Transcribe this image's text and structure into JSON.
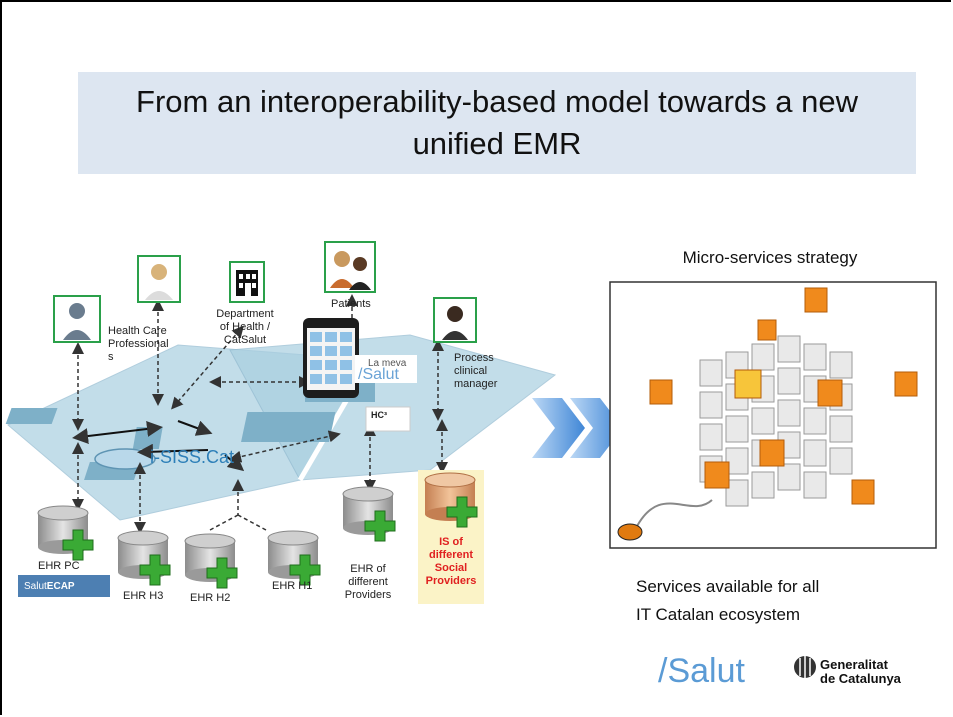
{
  "title": "From an interoperability-based model towards a new\nunified  EMR",
  "actors": {
    "hcp": "Health Care\nProfessional\ns",
    "dept": "Department\nof Health /\nCatSalut",
    "patients": "Patients",
    "process": "Process\nclinical\nmanager"
  },
  "app": {
    "la_meva": "La meva",
    "salut": "/Salut"
  },
  "platform_label": "i-SISS.Cat",
  "hc3_label": "HC³",
  "systems": {
    "ehr_pc": "EHR PC",
    "ehr_h3": "EHR H3",
    "ehr_h2": "EHR H2",
    "ehr_h1": "EHR H1",
    "ehr_other": "EHR of\ndifferent\nProviders",
    "is_social": "IS of\ndifferent\nSocial\nProviders"
  },
  "ecap": {
    "salut": "Salut",
    "ecap": "ECAP"
  },
  "micro_services": "Micro-services strategy",
  "services_available": "Services available for all\nIT Catalan ecosystem",
  "logos": {
    "salut": "/Salut",
    "generalitat": "Generalitat\nde Catalunya"
  },
  "colors": {
    "title_bg": "#dde6f1",
    "platform": "#a9cfe0",
    "arrow_blue": "#4a90d9",
    "accent_red": "#e02020",
    "cube_orange": "#f08a1c"
  }
}
